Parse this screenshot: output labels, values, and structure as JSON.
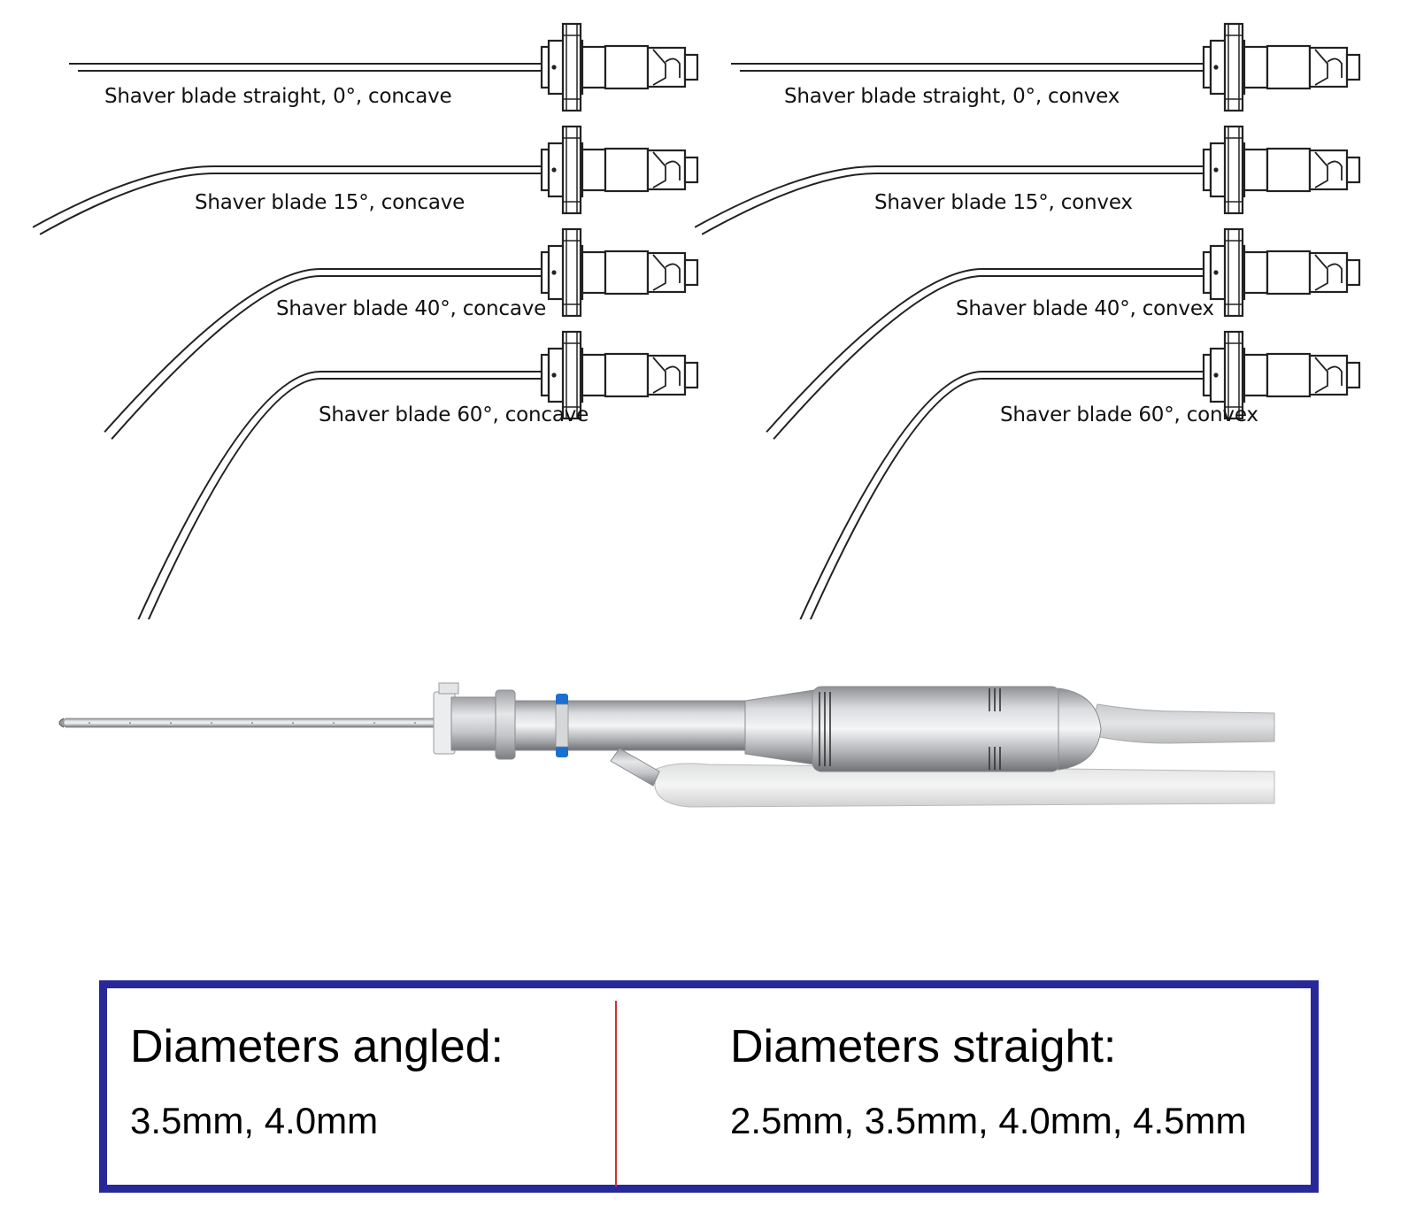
{
  "blade_types": {
    "concave": [
      {
        "label": "Shaver blade straight, 0°, concave",
        "angle_deg": 0
      },
      {
        "label": "Shaver blade 15°, concave",
        "angle_deg": 15
      },
      {
        "label": "Shaver blade 40°, concave",
        "angle_deg": 40
      },
      {
        "label": "Shaver blade 60°, concave",
        "angle_deg": 60
      }
    ],
    "convex": [
      {
        "label": "Shaver blade straight, 0°, convex",
        "angle_deg": 0
      },
      {
        "label": "Shaver blade 15°, convex",
        "angle_deg": 15
      },
      {
        "label": "Shaver blade 40°, convex",
        "angle_deg": 40
      },
      {
        "label": "Shaver blade 60°, convex",
        "angle_deg": 60
      }
    ]
  },
  "handpiece": {
    "accent_color": "#1a6fd0"
  },
  "specs": {
    "angled": {
      "heading": "Diameters angled:",
      "values": "3.5mm, 4.0mm"
    },
    "straight": {
      "heading": "Diameters straight:",
      "values": "2.5mm, 3.5mm, 4.0mm, 4.5mm"
    },
    "border_color": "#28289a",
    "divider_color": "#c83232"
  }
}
